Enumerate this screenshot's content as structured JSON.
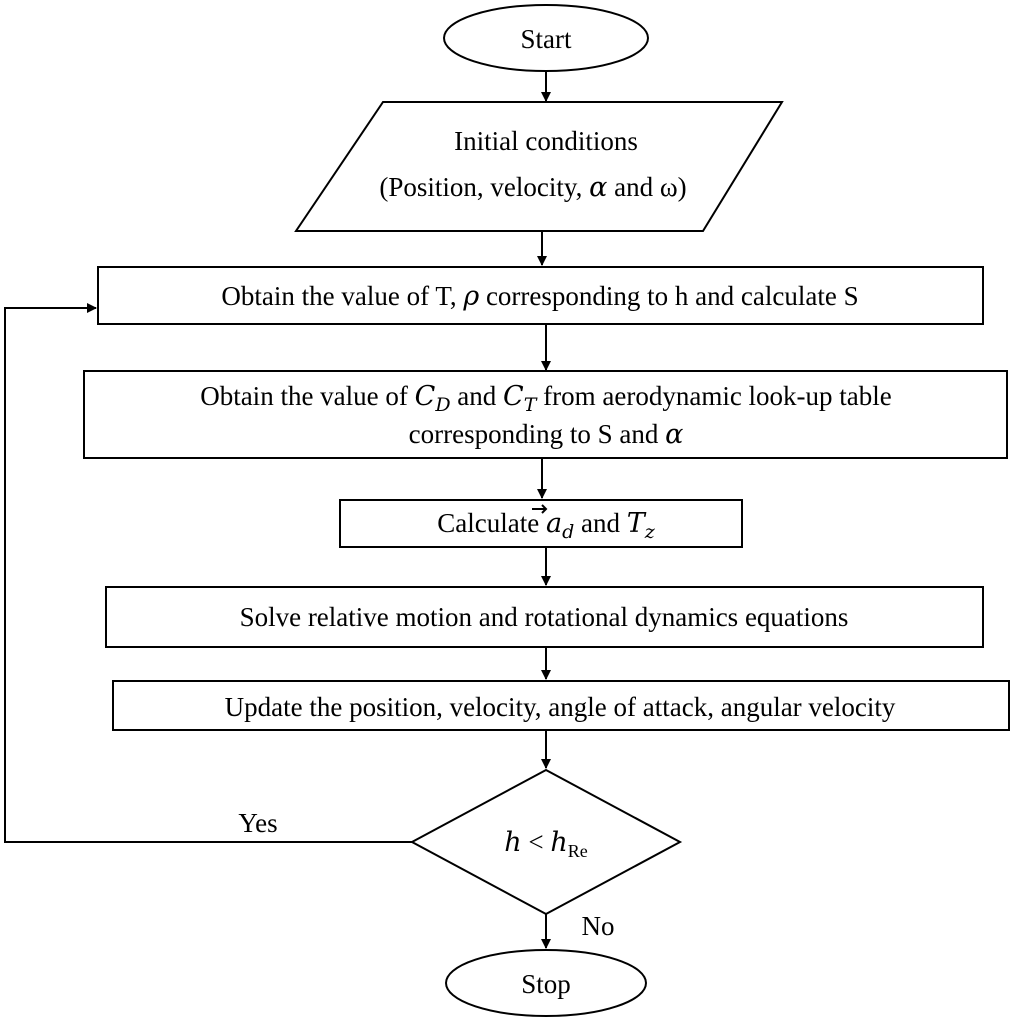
{
  "nodes": {
    "start": {
      "label": "Start"
    },
    "initial": {
      "line1": "Initial  conditions",
      "line2_pre": "(Position, velocity, ",
      "alpha": "α",
      "line2_post": " and ω)"
    },
    "obtain_t": {
      "pre": "Obtain the value  of T, ",
      "rho": "ρ",
      "post": " corresponding to h and calculate  S"
    },
    "obtain_c": {
      "pre": "Obtain the value  of ",
      "cd_base": "C",
      "cd_sub": "D",
      "mid": " and ",
      "ct_base": "C",
      "ct_sub": "T",
      "post": " from aerodynamic look-up table",
      "line2_pre": "corresponding to S and ",
      "alpha": "α"
    },
    "calc": {
      "pre": "Calculate ",
      "ad_base": "a",
      "ad_sub": "d",
      "mid": " and ",
      "tz_base": "T",
      "tz_sub": "z"
    },
    "solve": {
      "label": "Solve relative  motion and rotational  dynamics equations"
    },
    "update": {
      "label": "Update the position, velocity, angle of attack, angular  velocity"
    },
    "decision": {
      "h": "h",
      "lt": " < ",
      "hre_base": "h",
      "hre_sub": "Re"
    },
    "stop": {
      "label": "Stop"
    }
  },
  "edges": {
    "yes_label": "Yes",
    "no_label": "No"
  }
}
